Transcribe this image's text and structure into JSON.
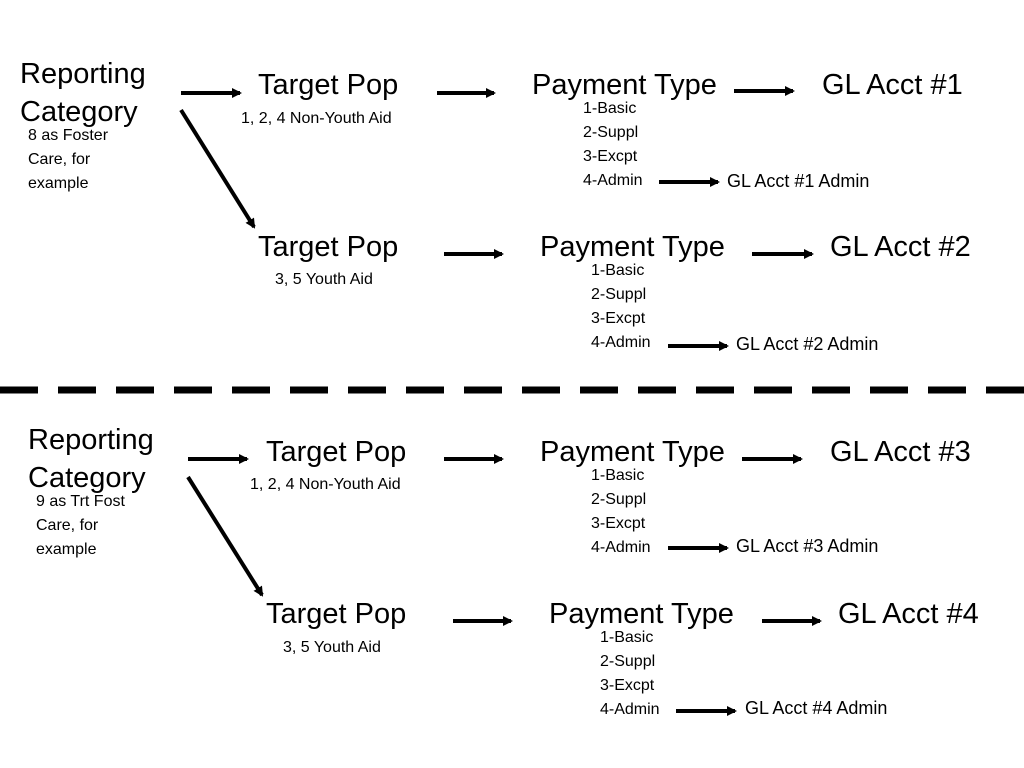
{
  "top": {
    "reporting_category": "Reporting Category",
    "category_note": "8 as Foster Care, for example",
    "row1": {
      "target_pop": "Target Pop",
      "target_note": "1, 2, 4 Non-Youth Aid",
      "payment_type": "Payment Type",
      "payment_items": [
        "1-Basic",
        "2-Suppl",
        "3-Excpt",
        "4-Admin"
      ],
      "gl_acct": "GL Acct #1",
      "gl_admin": "GL Acct #1 Admin"
    },
    "row2": {
      "target_pop": "Target Pop",
      "target_note": "3, 5 Youth Aid",
      "payment_type": "Payment Type",
      "payment_items": [
        "1-Basic",
        "2-Suppl",
        "3-Excpt",
        "4-Admin"
      ],
      "gl_acct": "GL Acct #2",
      "gl_admin": "GL Acct #2 Admin"
    }
  },
  "bottom": {
    "reporting_category": "Reporting Category",
    "category_note": "9 as Trt Fost Care, for example",
    "row1": {
      "target_pop": "Target Pop",
      "target_note": "1, 2, 4 Non-Youth Aid",
      "payment_type": "Payment Type",
      "payment_items": [
        "1-Basic",
        "2-Suppl",
        "3-Excpt",
        "4-Admin"
      ],
      "gl_acct": "GL Acct #3",
      "gl_admin": "GL Acct #3 Admin"
    },
    "row2": {
      "target_pop": "Target Pop",
      "target_note": "3, 5 Youth Aid",
      "payment_type": "Payment Type",
      "payment_items": [
        "1-Basic",
        "2-Suppl",
        "3-Excpt",
        "4-Admin"
      ],
      "gl_acct": "GL Acct #4",
      "gl_admin": "GL Acct #4 Admin"
    }
  }
}
